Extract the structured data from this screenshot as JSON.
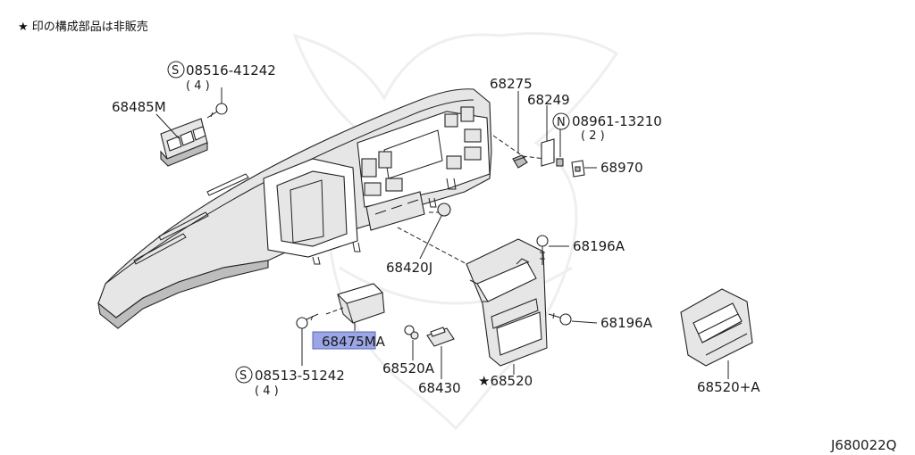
{
  "note": "★ 印の構成部品は非販売",
  "diagram_code": "J680022Q",
  "labels": {
    "p68485M": "68485M",
    "s08516": "08516-41242",
    "s08516_qty": "( 4 )",
    "p68275": "68275",
    "p68249": "68249",
    "n08961": "08961-13210",
    "n08961_qty": "( 2 )",
    "p68970": "68970",
    "p68196A_top": "68196A",
    "p68196A_mid": "68196A",
    "p68420J": "68420J",
    "p68475MA": "68475MA",
    "p68520A": "68520A",
    "p68430": "68430",
    "p68520": "★68520",
    "p68520plusA": "68520+A",
    "s08513": "08513-51242",
    "s08513_qty": "( 4 )"
  },
  "symbols": {
    "s": "S",
    "n": "N"
  },
  "highlight_color": "#9aa6e6"
}
